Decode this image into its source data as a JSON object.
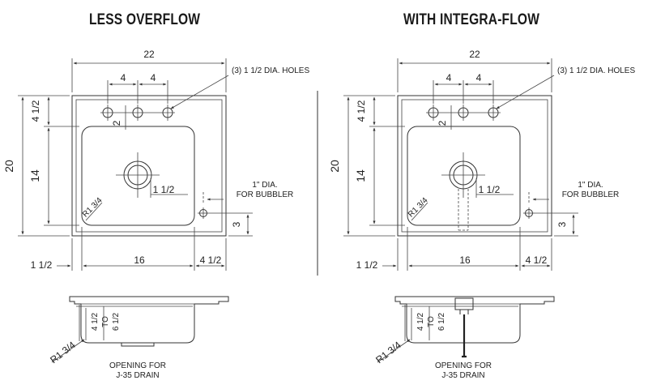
{
  "panels": [
    {
      "title": "LESS OVERFLOW",
      "dims": {
        "width": "22",
        "hole_spacing_a": "4",
        "hole_spacing_b": "4",
        "holes_note": "(3) 1 1/2 DIA. HOLES",
        "hole_offset": "2",
        "top_margin": "4 1/2",
        "height": "20",
        "bowl_height": "14",
        "radius": "R1 3/4",
        "drain_dia": "1 1/2",
        "bubbler_note_1": "1\" DIA.",
        "bubbler_note_2": "FOR BUBBLER",
        "bubbler_offset": "3",
        "left_margin": "1 1/2",
        "bowl_width": "16",
        "right_margin": "4 1/2"
      },
      "section": {
        "depth_1": "4 1/2",
        "depth_2": "TO",
        "depth_3": "6 1/2",
        "radius": "R1 3/4",
        "opening_1": "OPENING FOR",
        "opening_2": "J-35 DRAIN"
      }
    },
    {
      "title": "WITH INTEGRA-FLOW",
      "dims": {
        "width": "22",
        "hole_spacing_a": "4",
        "hole_spacing_b": "4",
        "holes_note": "(3) 1 1/2 DIA. HOLES",
        "hole_offset": "2",
        "top_margin": "4 1/2",
        "height": "20",
        "bowl_height": "14",
        "radius": "R1 3/4",
        "drain_dia": "1 1/2",
        "bubbler_note_1": "1\" DIA.",
        "bubbler_note_2": "FOR BUBBLER",
        "bubbler_offset": "3",
        "left_margin": "1 1/2",
        "bowl_width": "16",
        "right_margin": "4 1/2"
      },
      "section": {
        "depth_1": "4 1/2",
        "depth_2": "TO",
        "depth_3": "6 1/2",
        "radius": "R1 3/4",
        "opening_1": "OPENING FOR",
        "opening_2": "J-35 DRAIN"
      }
    }
  ]
}
